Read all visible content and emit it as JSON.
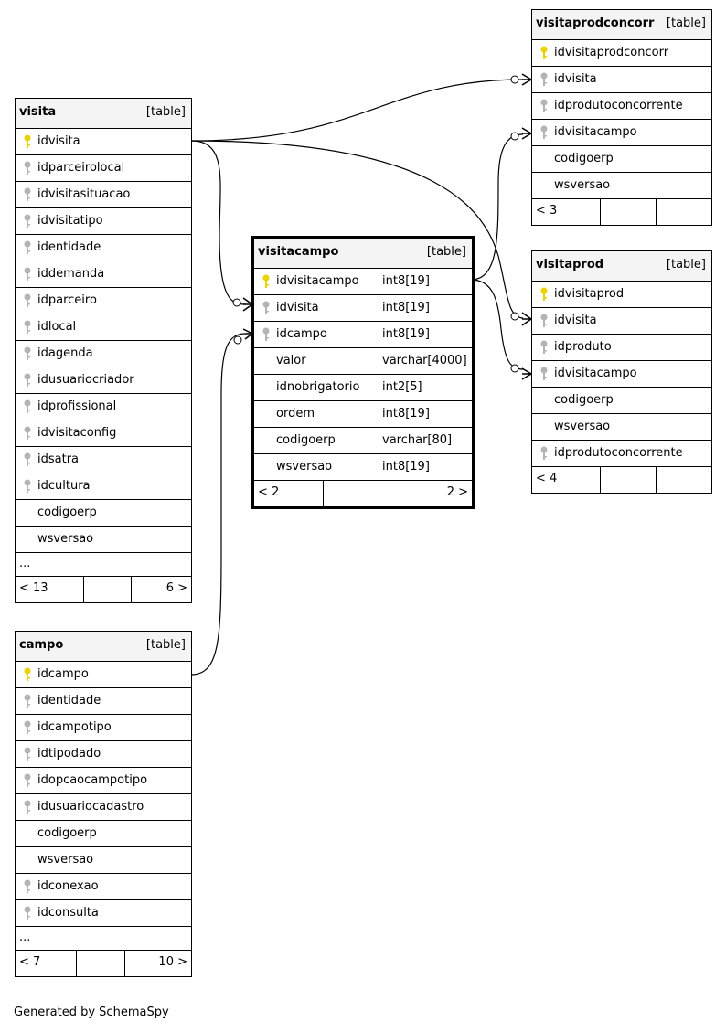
{
  "tables": {
    "visita": {
      "name": "visita",
      "kind": "[table]",
      "columns": [
        "idvisita",
        "idparceirolocal",
        "idvisitasituacao",
        "idvisitatipo",
        "identidade",
        "iddemanda",
        "idparceiro",
        "idlocal",
        "idagenda",
        "idusuariocriador",
        "idprofissional",
        "idvisitaconfig",
        "idsatra",
        "idcultura",
        "codigoerp",
        "wsversao"
      ],
      "ellipsis": "...",
      "footer": {
        "left": "< 13",
        "right": "6 >"
      }
    },
    "campo": {
      "name": "campo",
      "kind": "[table]",
      "columns": [
        "idcampo",
        "identidade",
        "idcampotipo",
        "idtipodado",
        "idopcaocampotipo",
        "idusuariocadastro",
        "codigoerp",
        "wsversao",
        "idconexao",
        "idconsulta"
      ],
      "ellipsis": "...",
      "footer": {
        "left": "< 7",
        "right": "10 >"
      }
    },
    "visitacampo": {
      "name": "visitacampo",
      "kind": "[table]",
      "columns": [
        "idvisitacampo",
        "idvisita",
        "idcampo",
        "valor",
        "idnobrigatorio",
        "ordem",
        "codigoerp",
        "wsversao"
      ],
      "types": [
        "int8[19]",
        "int8[19]",
        "int8[19]",
        "varchar[4000]",
        "int2[5]",
        "int8[19]",
        "varchar[80]",
        "int8[19]"
      ],
      "footer": {
        "left": "< 2",
        "right": "2 >"
      }
    },
    "visitaprodconcorr": {
      "name": "visitaprodconcorr",
      "kind": "[table]",
      "columns": [
        "idvisitaprodconcorr",
        "idvisita",
        "idprodutoconcorrente",
        "idvisitacampo",
        "codigoerp",
        "wsversao"
      ],
      "footer": {
        "left": "< 3"
      }
    },
    "visitaprod": {
      "name": "visitaprod",
      "kind": "[table]",
      "columns": [
        "idvisitaprod",
        "idvisita",
        "idproduto",
        "idvisitacampo",
        "codigoerp",
        "wsversao",
        "idprodutoconcorrente"
      ],
      "footer": {
        "left": "< 4"
      }
    }
  },
  "colors": {
    "primary_key": "#e8d200",
    "foreign_key": "#b4b4b4",
    "header_bg": "#f4f4f4"
  },
  "footer_text": "Generated by SchemaSpy"
}
